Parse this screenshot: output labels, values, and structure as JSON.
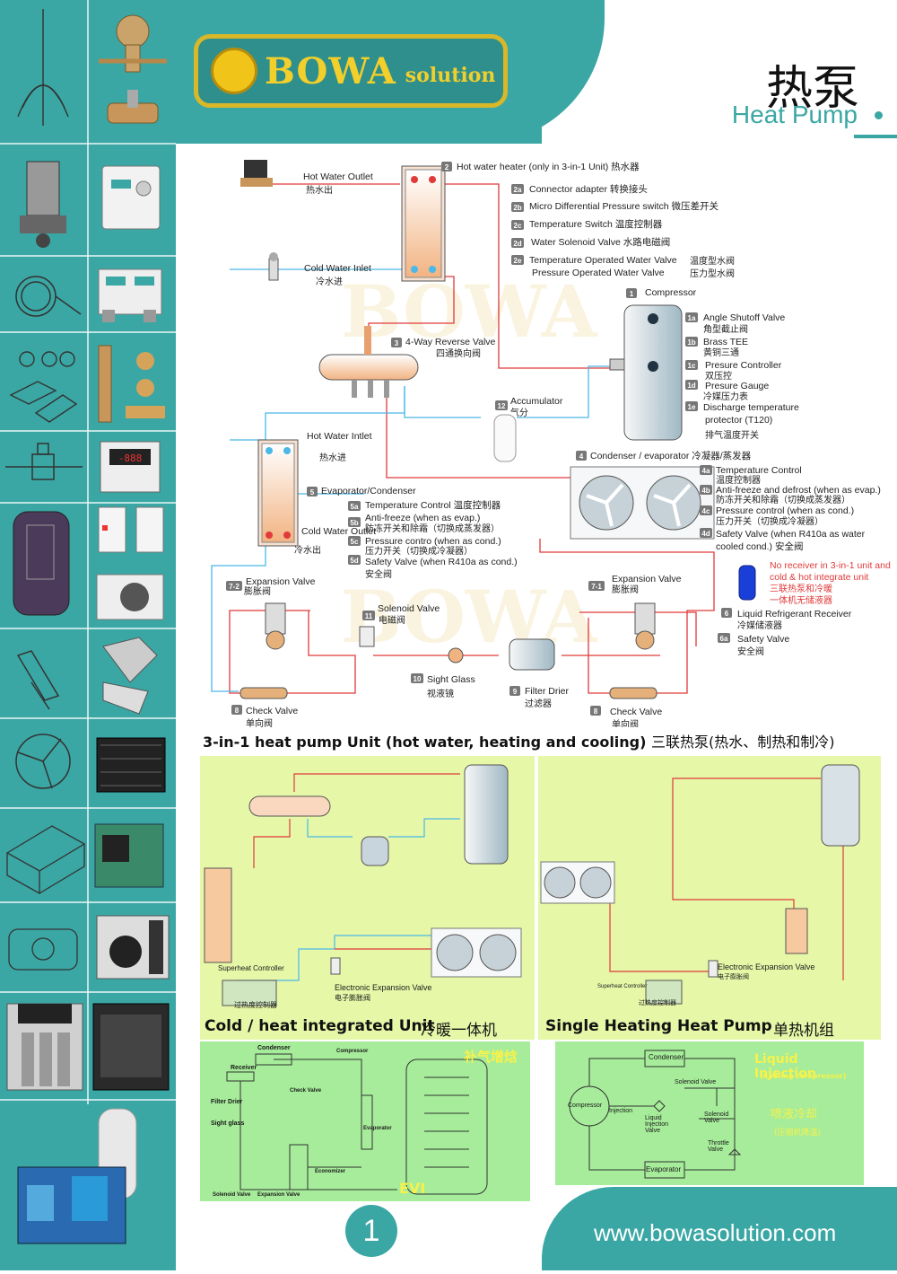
{
  "brand": {
    "name": "BOWA",
    "suffix": "solution"
  },
  "title": {
    "zh": "热泵",
    "en": "Heat Pump"
  },
  "labels": {
    "hot_water_outlet_en": "Hot Water Outlet",
    "hot_water_outlet_zh": "热水出",
    "cold_water_inlet_en": "Cold Water Inlet",
    "cold_water_inlet_zh": "冷水进",
    "c2": "Hot water heater (only in 3-in-1 Unit) 热水器",
    "c2a": "Connector adapter 转换接头",
    "c2b": "Micro Differential Pressure switch 微压差开关",
    "c2c": "Temperature Switch 温度控制器",
    "c2d": "Water Solenoid Valve 水路电磁阀",
    "c2e_1": "Temperature Operated Water Valve",
    "c2e_1_zh": "温度型水阀",
    "c2e_2": "Pressure Operated Water Valve",
    "c2e_2_zh": "压力型水阀",
    "c1": "Compressor",
    "c1a_en": "Angle Shutoff Valve",
    "c1a_zh": "角型截止阀",
    "c1b_en": "Brass TEE",
    "c1b_zh": "黄铜三通",
    "c1c_en": "Presure Controller",
    "c1c_zh": "双压控",
    "c1d_en": "Presure Gauge",
    "c1d_zh": "冷媒压力表",
    "c1e_en1": "Discharge temperature",
    "c1e_en2": "protector (T120)",
    "c1e_zh": "排气温度开关",
    "c3_en": "4-Way Reverse Valve",
    "c3_zh": "四通换向阀",
    "c12_en": "Accumulator",
    "c12_zh": "气分",
    "hot_water_inlet_en": "Hot Water Intlet",
    "hot_water_inlet_zh": "热水进",
    "cold_water_outlet_en": "Cold Water Outlet",
    "cold_water_outlet_zh": "冷水出",
    "c4": "Condenser / evaporator 冷凝器/蒸发器",
    "c4a_en": "Temperature Control",
    "c4a_zh": "温度控制器",
    "c4b_en": "Anti-freeze and defrost (when as evap.)",
    "c4b_zh": "防冻开关和除霜（切换成蒸发器）",
    "c4c_en": "Pressure control (when as cond.)",
    "c4c_zh": "压力开关（切换成冷凝器）",
    "c4d_en1": "Safety Valve (when R410a as water",
    "c4d_en2": "cooled cond.) 安全阀",
    "c5": "Evaporator/Condenser",
    "c5a": "Temperature Control 温度控制器",
    "c5b_en": "Anti-freeze (when as evap.)",
    "c5b_zh": "防冻开关和除霜（切换成蒸发器）",
    "c5c_en": "Pressure contro (when as cond.)",
    "c5c_zh": "压力开关（切换成冷凝器）",
    "c5d_en": "Safety Valve (when R410a as cond.)",
    "c5d_zh": "安全阀",
    "no_receiver_1": "No receiver in 3-in-1 unit and",
    "no_receiver_2": "cold & hot integrate unit",
    "no_receiver_zh1": "三联热泵和冷暖",
    "no_receiver_zh2": "一体机无储液器",
    "c6_en": "Liquid Refrigerant Receiver",
    "c6_zh": "冷媒储液器",
    "c6a_en": "Safety Valve",
    "c6a_zh": "安全阀",
    "c72_en": "Expansion Valve",
    "c72_zh": "膨胀阀",
    "c71_en": "Expansion Valve",
    "c71_zh": "膨胀阀",
    "c11_en": "Solenoid Valve",
    "c11_zh": "电磁阀",
    "c10_en": "Sight Glass",
    "c10_zh": "视液镜",
    "c9_en": "Filter Drier",
    "c9_zh": "过滤器",
    "c8_en": "Check Valve",
    "c8_zh": "单向阀",
    "num": {
      "n2": "2",
      "n2a": "2a",
      "n2b": "2b",
      "n2c": "2c",
      "n2d": "2d",
      "n2e": "2e",
      "n1": "1",
      "n1a": "1a",
      "n1b": "1b",
      "n1c": "1c",
      "n1d": "1d",
      "n1e": "1e",
      "n3": "3",
      "n12": "12",
      "n4": "4",
      "n4a": "4a",
      "n4b": "4b",
      "n4c": "4c",
      "n4d": "4d",
      "n5": "5",
      "n5a": "5a",
      "n5b": "5b",
      "n5c": "5c",
      "n5d": "5d",
      "n6": "6",
      "n6a": "6a",
      "n72": "7-2",
      "n71": "7-1",
      "n11": "11",
      "n10": "10",
      "n9": "9",
      "n8": "8"
    }
  },
  "headline": {
    "en": "3-in-1 heat pump Unit (hot water, heating and cooling)",
    "zh": "三联热泵(热水、制热和制冷)"
  },
  "panels": {
    "cold_heat": {
      "en": "Cold / heat integrated Unit",
      "zh": "冷暖一体机",
      "superheat_en": "Superheat Controller",
      "superheat_zh": "过热度控制器",
      "eev_en": "Electronic Expansion Valve",
      "eev_zh": "电子膨胀阀"
    },
    "single": {
      "en": "Single Heating Heat Pump",
      "zh": "单热机组",
      "eev_en": "Electronic Expansion Valve",
      "eev_zh": "电子膨胀阀",
      "superheat_en": "Superheat Controller",
      "superheat_zh": "过热度控制器"
    },
    "evi": {
      "title_zh": "补气增焓",
      "tag": "EVI",
      "condenser": "Condenser",
      "compressor": "Compressor",
      "receiver": "Receiver",
      "filter": "Filter Drier",
      "sight": "Sight glass",
      "economizer": "Economizer",
      "evaporator": "Evaporator",
      "check": "Check Valve",
      "solenoid": "Solenoid Valve",
      "expansion": "Expansion Valve"
    },
    "liquid": {
      "title": "Liquid Injection",
      "sub": "(Cooling compressor)",
      "zh1": "喷液冷却",
      "zh2": "(压缩机降温)",
      "condenser": "Condenser",
      "compressor": "Compressor",
      "solenoid1": "Solenoid Valve",
      "injection": "Injection",
      "liq_inj_valve": "Liquid Injection Valve",
      "solenoid2": "Solenoid Valve",
      "throttle": "Throttle Valve",
      "evaporator": "Evaporator"
    }
  },
  "footer": {
    "url": "www.bowasolution.com",
    "page": "1"
  },
  "colors": {
    "teal": "#3aa7a4",
    "hot": "#e03a3a",
    "cold": "#4ab8e8",
    "gold": "#d8b829",
    "panel": "#e6f7a8",
    "green": "#a6ec9a"
  },
  "sidebar_icons": [
    "antenna-icon",
    "expansion-valve-icon",
    "reducer-fitting-icon",
    "pressure-switch-icon",
    "solenoid-valve-icon",
    "dual-pressure-switch-icon",
    "capillary-tube-icon",
    "brass-fitting-icon",
    "sight-glass-icon",
    "service-valve-icon",
    "temperature-controller-icon",
    "scroll-compressor-icon",
    "relay-module-icon",
    "fan-coil-icon",
    "fan-blade-icon",
    "condenser-coil-icon",
    "hinge-icon",
    "condensing-unit-icon",
    "air-handler-icon",
    "compressor-unit-icon",
    "heat-pump-cabinet-icon",
    "heat-pump-unit-icon",
    "water-tank-icon"
  ]
}
